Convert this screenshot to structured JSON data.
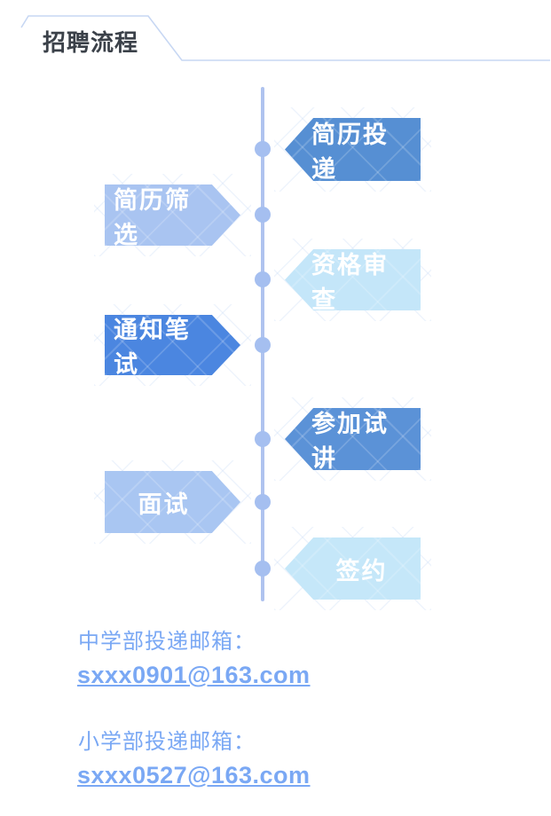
{
  "header": {
    "title": "招聘流程",
    "title_color": "#3b4149",
    "accent_line_color": "#c7d7f3"
  },
  "timeline": {
    "line_color": "#afc3ef",
    "dot_color": "#a5bff0",
    "steps": [
      {
        "label": "简历投递",
        "side": "right",
        "color": "#568fd3",
        "text_color": "#ffffff"
      },
      {
        "label": "简历筛选",
        "side": "left",
        "color": "#a9c4f1",
        "text_color": "#ffffff"
      },
      {
        "label": "资格审查",
        "side": "right",
        "color": "#c4e6f9",
        "text_color": "#ffffff"
      },
      {
        "label": "通知笔试",
        "side": "left",
        "color": "#4b86e0",
        "text_color": "#ffffff"
      },
      {
        "label": "参加试讲",
        "side": "right",
        "color": "#5b92d7",
        "text_color": "#ffffff"
      },
      {
        "label": "面试",
        "side": "left",
        "color": "#a9c6f2",
        "text_color": "#ffffff"
      },
      {
        "label": "签约",
        "side": "right",
        "color": "#c5e7f9",
        "text_color": "#ffffff"
      }
    ]
  },
  "contacts": {
    "text_color": "#7aa8f4",
    "items": [
      {
        "label": "中学部投递邮箱：",
        "email": "sxxx0901@163.com"
      },
      {
        "label": "小学部投递邮箱：",
        "email": "sxxx0527@163.com"
      }
    ]
  }
}
